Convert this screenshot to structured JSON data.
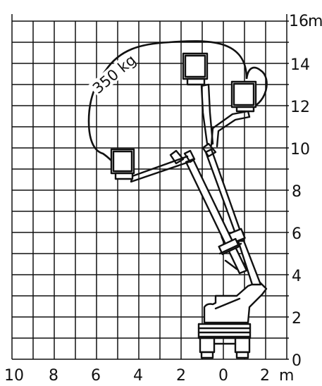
{
  "x_axis": {
    "labels": [
      "10",
      "8",
      "6",
      "4",
      "2",
      "0",
      "2"
    ],
    "unit": "m"
  },
  "y_axis": {
    "labels": [
      "0",
      "2",
      "4",
      "6",
      "8",
      "10",
      "12",
      "14",
      "16"
    ],
    "unit": "m"
  },
  "working_envelope": {
    "load_label": "350 kg"
  }
}
